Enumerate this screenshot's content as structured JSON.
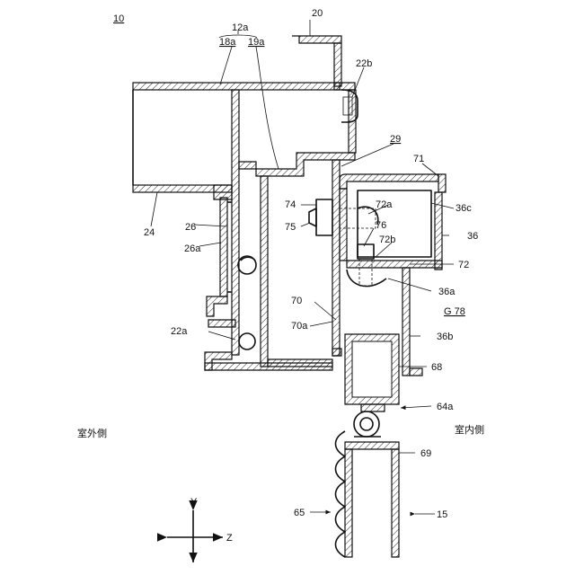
{
  "labels": {
    "fig_ref": "10",
    "l12a": "12a",
    "l18a": "18a",
    "l19a": "19a",
    "l20": "20",
    "l22b": "22b",
    "l29": "29",
    "l71": "71",
    "l24": "24",
    "l26": "26",
    "l26a": "26a",
    "l74": "74",
    "l72a": "72a",
    "l36c": "36c",
    "l75": "75",
    "l76": "76",
    "l72b": "72b",
    "l36": "36",
    "l72": "72",
    "l36a": "36a",
    "l70": "70",
    "lG78": "G 78",
    "l70a": "70a",
    "l36b": "36b",
    "l22a": "22a",
    "l68": "68",
    "l64a": "64a",
    "outdoor": "室外側",
    "indoor": "室内側",
    "l69": "69",
    "l65": "65",
    "l15": "15",
    "axis_y": "Y",
    "axis_z": "Z"
  }
}
